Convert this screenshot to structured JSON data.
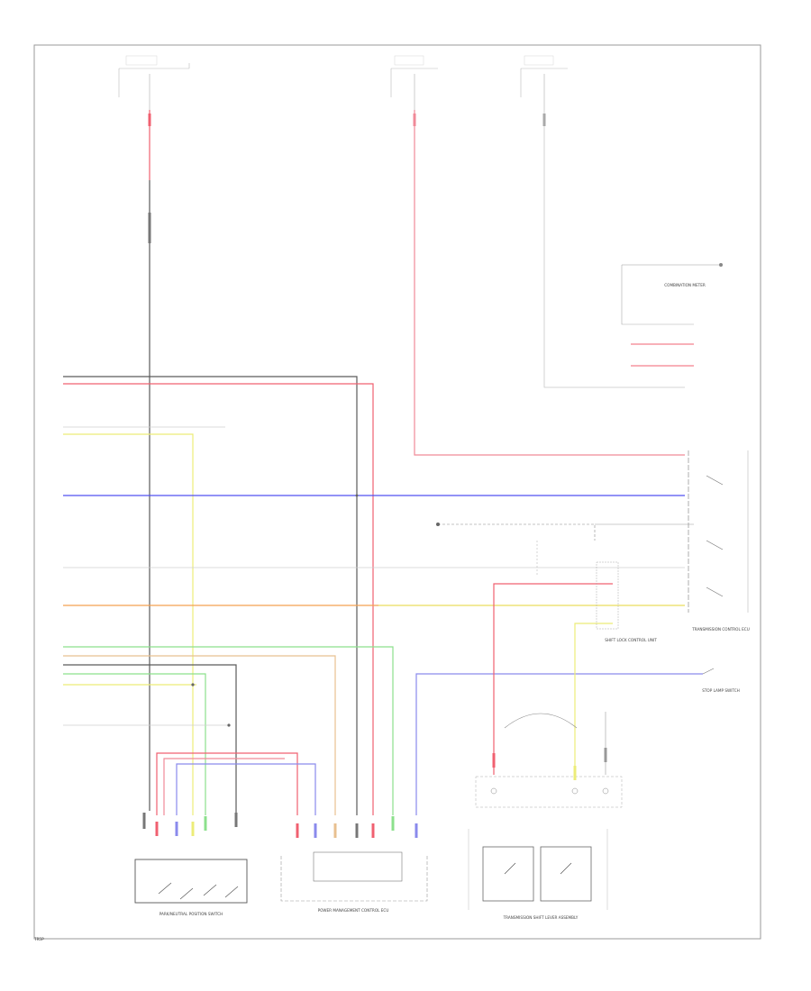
{
  "colors": {
    "frame": "#9a9a9a",
    "black": "#5a5a5a",
    "red": "#f06070",
    "pink": "#f08a98",
    "yellow": "#ecec78",
    "blue": "#5050f0",
    "lightblue": "#8a8aec",
    "orange": "#f4a050",
    "green": "#8ce08c",
    "tan": "#e8c090",
    "gray": "#c8c8c8"
  },
  "page": {
    "number": "TR5P"
  },
  "components": {
    "combination_meter": {
      "label": "COMBINATION METER"
    },
    "body_ecu": {
      "label": "POWER MANAGEMENT CONTROL ECU"
    },
    "neutral_switch": {
      "label": "PARK/NEUTRAL POSITION SWITCH"
    },
    "trans_ecu": {
      "label": "TRANSMISSION CONTROL ECU"
    },
    "shift_lever": {
      "label": "TRANSMISSION SHIFT LEVER ASSEMBLY"
    },
    "shift_lock": {
      "label": "SHIFT LOCK CONTROL UNIT"
    },
    "stop_lamp": {
      "label": "STOP LAMP SWITCH"
    }
  }
}
